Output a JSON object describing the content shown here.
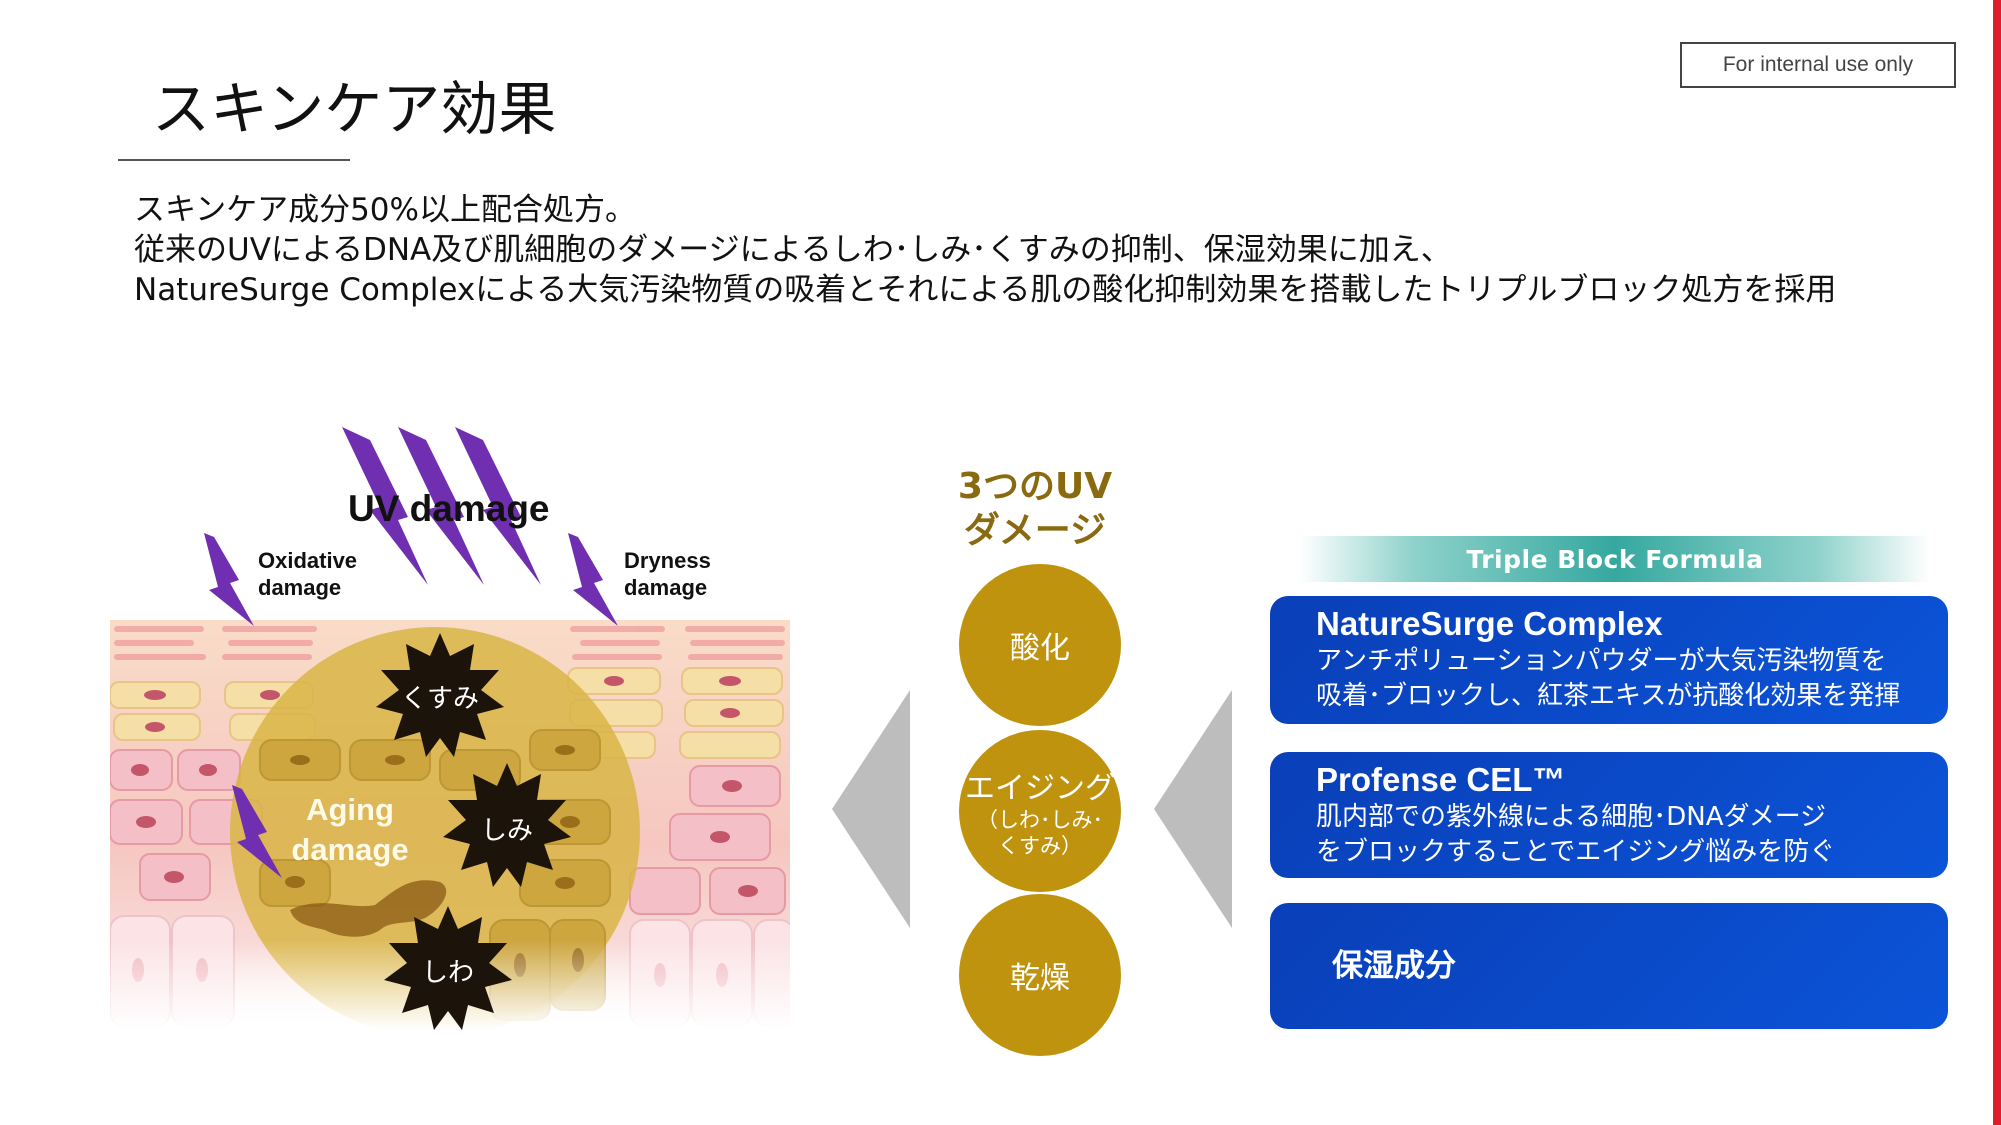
{
  "badge": "For internal use only",
  "title": "スキンケア効果",
  "intro_lines": [
    "スキンケア成分50%以上配合処方。",
    "従来のUVによるDNA及び肌細胞のダメージによるしわ･しみ･くすみの抑制、保湿効果に加え、",
    "NatureSurge Complexによる大気汚染物質の吸着とそれによる肌の酸化抑制効果を搭載したトリプルブロック処方を採用"
  ],
  "diagram": {
    "uv_title": "UV damage",
    "oxidative": [
      "Oxidative",
      "damage"
    ],
    "dryness": [
      "Dryness",
      "damage"
    ],
    "aging": [
      "Aging",
      "damage"
    ],
    "stars": [
      "くすみ",
      "しみ",
      "しわ"
    ]
  },
  "center": {
    "heading": [
      "3つのUV",
      "ダメージ"
    ],
    "circles": [
      {
        "main": "酸化"
      },
      {
        "main": "エイジング",
        "sub1": "（しわ･しみ･",
        "sub2": "くすみ）"
      },
      {
        "main": "乾燥"
      }
    ]
  },
  "formula": {
    "header": "Triple Block Formula",
    "panels": [
      {
        "title": "NatureSurge Complex",
        "lines": [
          "アンチポリューションパウダーが大気汚染物質を",
          "吸着･ブロックし、紅茶エキスが抗酸化効果を発揮"
        ]
      },
      {
        "title": "Profense CEL™",
        "lines": [
          "肌内部での紫外線による細胞･DNAダメージ",
          "をブロックすることでエイジング悩みを防ぐ"
        ]
      },
      {
        "title": "保湿成分"
      }
    ]
  },
  "colors": {
    "accent_red": "#e21b2a",
    "gold": "#bf930d",
    "gold_text": "#8a6a10",
    "panel_blue": "#0b4fd0",
    "teal": "#35a89f",
    "lightning": "#6f2fb0",
    "arrow_gray": "#bdbdbd"
  }
}
